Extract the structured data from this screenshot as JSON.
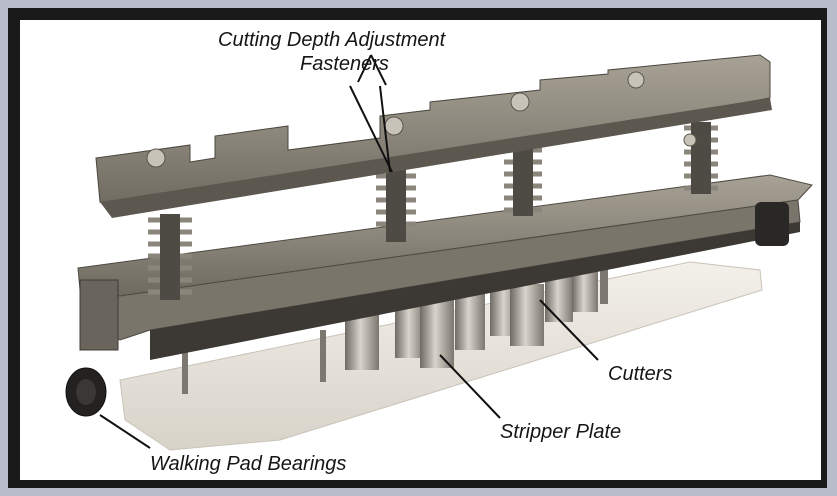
{
  "labels": {
    "depth_line1": "Cutting Depth Adjustment",
    "depth_line2": "Fasteners",
    "cutters": "Cutters",
    "stripper": "Stripper Plate",
    "bearings": "Walking Pad Bearings"
  },
  "colors": {
    "outer_background": "#b9bccb",
    "frame": "#1a1a1a",
    "photo_background": "#ffffff",
    "steel": "#8a8478",
    "steel_dark": "#5e5a52",
    "plate": "#eeeae3",
    "text": "#151515"
  }
}
